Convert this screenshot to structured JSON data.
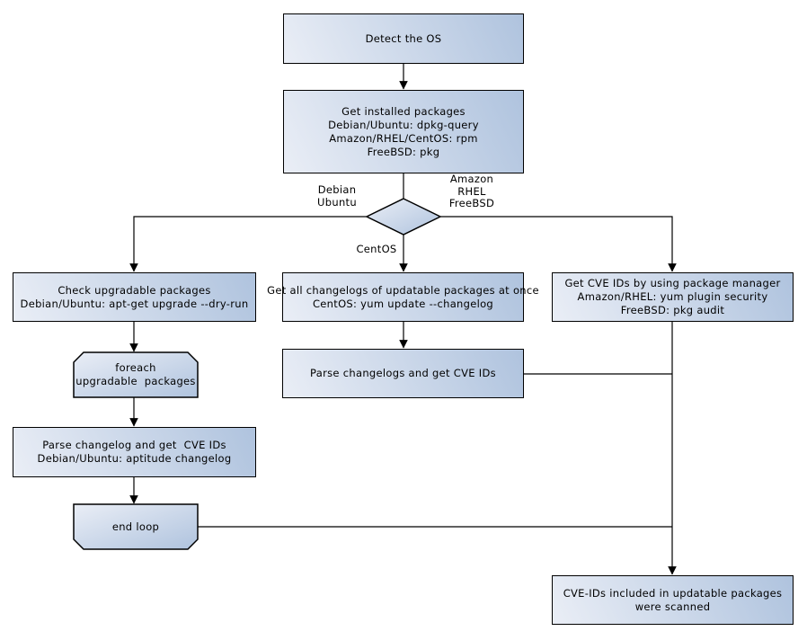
{
  "colors": {
    "node_fill_light": "#eaeef6",
    "node_fill_dark": "#afc3de",
    "node_border": "#000000",
    "edge": "#000000",
    "text": "#000000",
    "background": "#ffffff"
  },
  "nodes": {
    "detect_os": {
      "label": "Detect the OS"
    },
    "get_installed_packages": {
      "label": [
        "Get installed packages",
        "Debian/Ubuntu: dpkg-query",
        "Amazon/RHEL/CentOS: rpm",
        "FreeBSD: pkg"
      ]
    },
    "check_upgradable_packages": {
      "label": [
        "Check upgradable packages",
        "Debian/Ubuntu: apt-get upgrade --dry-run"
      ]
    },
    "foreach_loop_start": {
      "label": [
        "foreach",
        "upgradable  packages"
      ]
    },
    "parse_changelog_debian": {
      "label": [
        "Parse changelog and get  CVE IDs",
        "Debian/Ubuntu: aptitude changelog"
      ]
    },
    "end_loop": {
      "label": "end loop"
    },
    "get_all_changelogs": {
      "label": [
        "Get all changelogs of updatable packages at once",
        "CentOS: yum update --changelog"
      ]
    },
    "parse_changelogs_centos": {
      "label": "Parse changelogs and get CVE IDs"
    },
    "get_cve_ids_pkg_manager": {
      "label": [
        "Get CVE IDs by using package manager",
        "Amazon/RHEL: yum plugin security",
        "FreeBSD: pkg audit"
      ]
    },
    "scan_result": {
      "label": [
        "CVE-IDs included in updatable packages",
        "were scanned"
      ]
    }
  },
  "edge_labels": {
    "debian_ubuntu": [
      "Debian",
      "Ubuntu"
    ],
    "amazon_rhel_freebsd": [
      "Amazon",
      "RHEL",
      "FreeBSD"
    ],
    "centos": "CentOS"
  }
}
